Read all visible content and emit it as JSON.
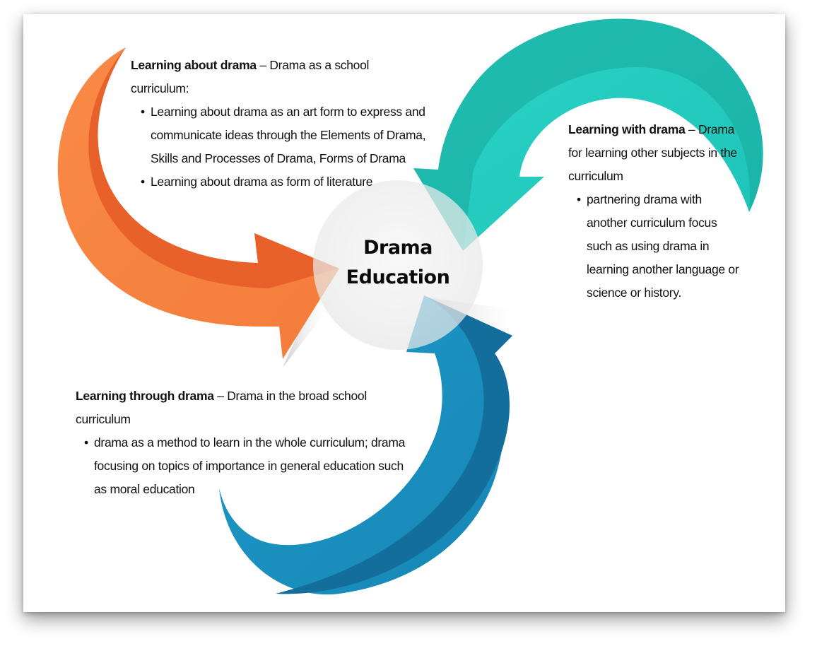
{
  "center": {
    "title_line1": "Drama",
    "title_line2": "Education"
  },
  "about": {
    "heading": "Learning about drama",
    "heading_rest": " – Drama as a school curriculum:",
    "bullets": [
      "Learning about drama as an art form to express and communicate ideas through the Elements of Drama, Skills and Processes of Drama, Forms of Drama",
      "Learning about drama as form of literature"
    ]
  },
  "with": {
    "heading": "Learning with drama",
    "heading_rest": " – Drama for learning other subjects in the curriculum",
    "bullets": [
      "partnering drama with another curriculum focus such as using drama in learning another language or science or history."
    ]
  },
  "through": {
    "heading": "Learning through drama",
    "heading_rest": " – Drama in the broad school curriculum",
    "bullets": [
      "drama as a method to learn in the whole curriculum; drama focusing on topics of importance in general education such as moral education"
    ]
  },
  "colors": {
    "orange_light": "#F98A46",
    "orange_dark": "#E8602A",
    "teal_light": "#25CFC2",
    "teal_dark": "#1AA89D",
    "blue_light": "#1C95C4",
    "blue_dark": "#136E9C",
    "center_circle": "#EEEEEE"
  },
  "icons": {
    "orange_arrow": "curved-arrow-orange",
    "teal_arrow": "curved-arrow-teal",
    "blue_arrow": "curved-arrow-blue"
  }
}
